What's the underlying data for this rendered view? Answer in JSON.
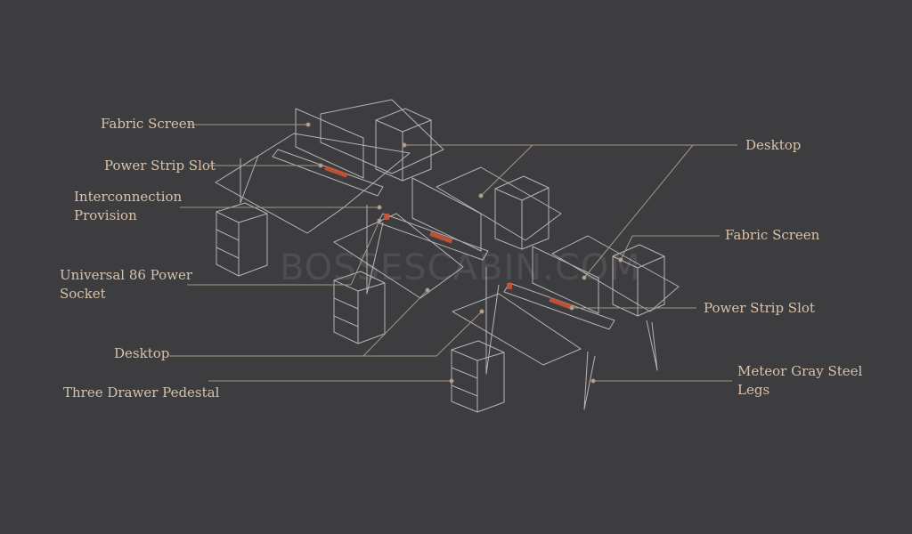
{
  "watermark": "BOSSESCABIN.COM",
  "labels": {
    "fabric_screen_left": "Fabric Screen",
    "power_strip_slot_left": "Power Strip Slot",
    "interconnection_provision": [
      "Interconnection",
      "Provision"
    ],
    "universal_power_socket": [
      "Universal 86 Power",
      "Socket"
    ],
    "desktop_left": "Desktop",
    "three_drawer_pedestal": "Three Drawer Pedestal",
    "desktop_right": "Desktop",
    "fabric_screen_right": "Fabric Screen",
    "power_strip_slot_right": "Power Strip Slot",
    "meteor_gray_steel_legs": [
      "Meteor Gray Steel",
      "Legs"
    ]
  },
  "colors": {
    "background": "#3d3d3f",
    "label_text": "#d9c2ab",
    "leader_line": "#a89484",
    "furniture_line": "#c9c9cb",
    "power_strip_accent": "#c8553a"
  }
}
